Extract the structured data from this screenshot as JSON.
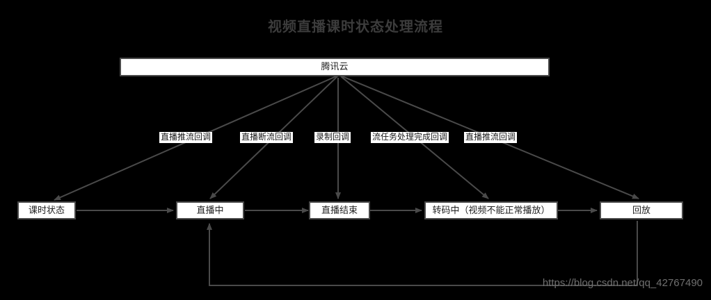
{
  "title": "视频直播课时状态处理流程",
  "watermark": "https://blog.csdn.net/qq_42767490",
  "colors": {
    "background": "#000000",
    "node_fill": "#ffffff",
    "node_border": "#4a4a4a",
    "edge": "#4a4a4a",
    "title_text": "#3c3c3c",
    "node_text": "#222222",
    "watermark_text": "#6f6f6f"
  },
  "nodes": [
    {
      "id": "tencent-cloud",
      "label": "腾讯云"
    },
    {
      "id": "lesson-status",
      "label": "课时状态"
    },
    {
      "id": "living",
      "label": "直播中"
    },
    {
      "id": "live-ended",
      "label": "直播结束"
    },
    {
      "id": "transcoding",
      "label": "转码中（视频不能正常播放）"
    },
    {
      "id": "playback",
      "label": "回放"
    }
  ],
  "edge_labels": [
    {
      "id": "push-stream-callback-left",
      "label": "直播推流回调"
    },
    {
      "id": "stream-break-callback",
      "label": "直播断流回调"
    },
    {
      "id": "record-callback",
      "label": "录制回调"
    },
    {
      "id": "stream-task-done-callback",
      "label": "流任务处理完成回调"
    },
    {
      "id": "push-stream-callback-right",
      "label": "直播推流回调"
    }
  ],
  "edges": [
    {
      "from": "tencent-cloud",
      "to": "lesson-status",
      "label": "直播推流回调"
    },
    {
      "from": "tencent-cloud",
      "to": "living",
      "label": "直播断流回调"
    },
    {
      "from": "tencent-cloud",
      "to": "live-ended",
      "label": "录制回调"
    },
    {
      "from": "tencent-cloud",
      "to": "transcoding",
      "label": "流任务处理完成回调"
    },
    {
      "from": "tencent-cloud",
      "to": "playback",
      "label": "直播推流回调"
    },
    {
      "from": "lesson-status",
      "to": "living",
      "label": ""
    },
    {
      "from": "living",
      "to": "live-ended",
      "label": ""
    },
    {
      "from": "live-ended",
      "to": "transcoding",
      "label": ""
    },
    {
      "from": "transcoding",
      "to": "playback",
      "label": ""
    },
    {
      "from": "playback",
      "to": "living",
      "label": ""
    }
  ]
}
